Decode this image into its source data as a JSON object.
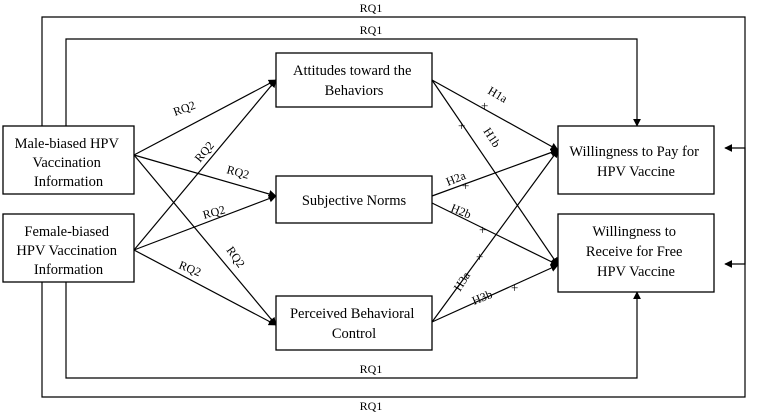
{
  "nodes": {
    "male": [
      "Male-biased HPV",
      "Vaccination",
      "Information"
    ],
    "female": [
      "Female-biased",
      "HPV Vaccination",
      "Information"
    ],
    "attitudes": [
      "Attitudes toward the",
      "Behaviors"
    ],
    "norms": [
      "Subjective Norms"
    ],
    "control": [
      "Perceived Behavioral",
      "Control"
    ],
    "pay": [
      "Willingness to Pay for",
      "HPV Vaccine"
    ],
    "free": [
      "Willingness to",
      "Receive for Free",
      "HPV Vaccine"
    ]
  },
  "labels": {
    "rq1": "RQ1",
    "rq2": "RQ2",
    "h1a": "H1a",
    "h1b": "H1b",
    "h2a": "H2a",
    "h2b": "H2b",
    "h3a": "H3a",
    "h3b": "H3b",
    "plus": "+"
  }
}
